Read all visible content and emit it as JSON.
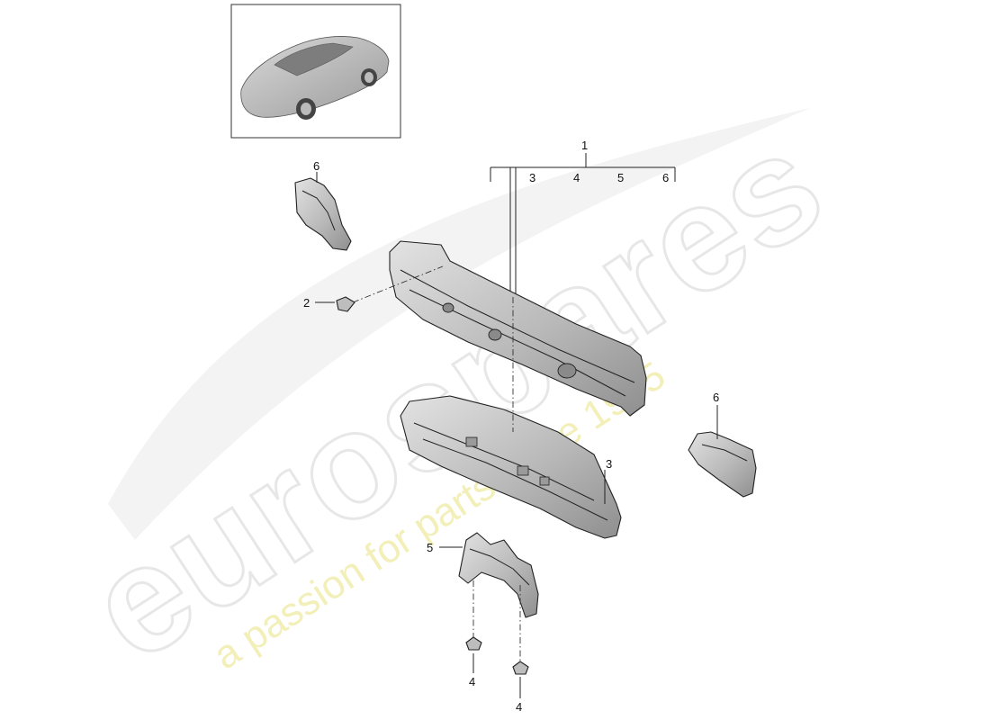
{
  "watermark": {
    "brand": "eurospares",
    "tagline": "a passion for parts since 1985"
  },
  "callouts": {
    "main_bracket": "1",
    "main_sub": [
      "3",
      "4",
      "5",
      "6"
    ],
    "bolt": "2",
    "left_bracket": "6",
    "right_bracket": "6",
    "insulation": "3",
    "lower_bracket": "5",
    "nut_left": "4",
    "nut_right": "4"
  },
  "colors": {
    "part_fill": "#c9c9c9",
    "part_shade": "#9e9e9e",
    "watermark_grey": "#e7e7e7",
    "watermark_yellow": "#f2efb8"
  }
}
